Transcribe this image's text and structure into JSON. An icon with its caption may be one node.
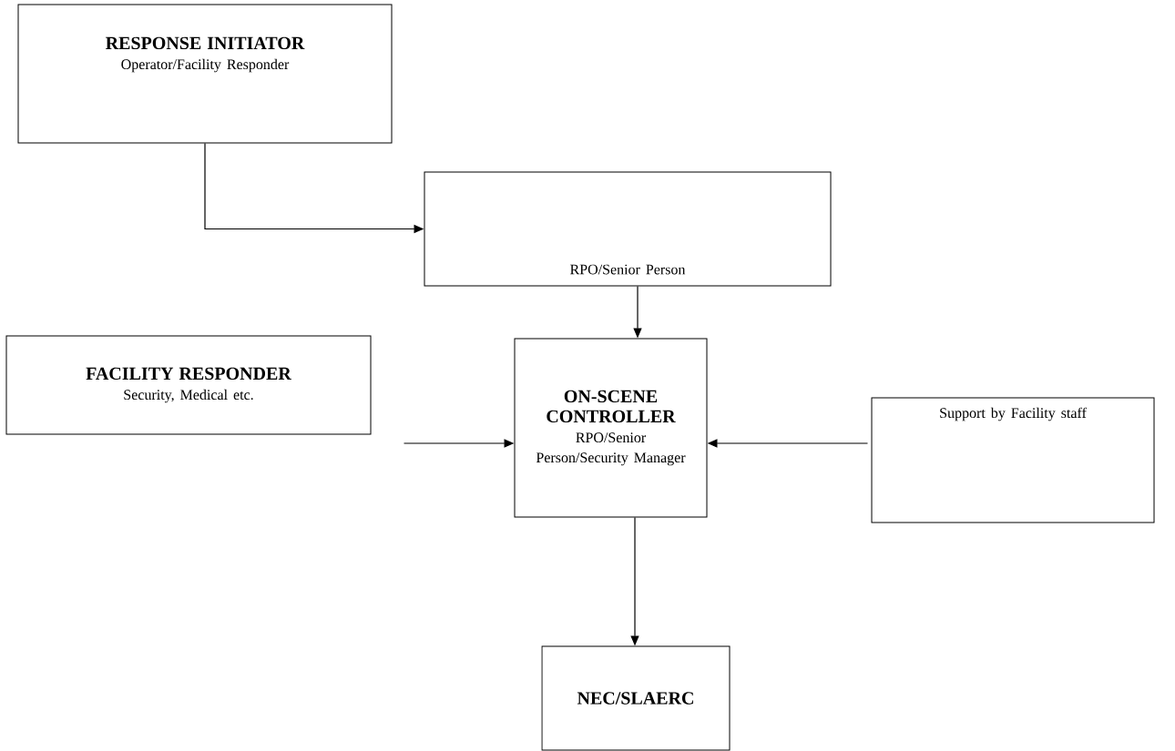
{
  "diagram": {
    "nodes": [
      {
        "text": [
          "RESPONSE INITIATOR",
          "Operator/Facility Responder"
        ]
      },
      {
        "text": [
          "RPO/Senior Person"
        ]
      },
      {
        "text": [
          "FACILITY RESPONDER",
          "Security, Medical etc."
        ]
      },
      {
        "text": [
          "ON-SCENE CONTROLLER",
          "RPO/Senior Person/Security Manager"
        ]
      },
      {
        "text": [
          "Support by Facility staff"
        ]
      },
      {
        "text": [
          "NEC/SLAERC"
        ]
      }
    ],
    "edges": [
      {
        "from": 0,
        "to": 1,
        "arrow": "to"
      },
      {
        "from": 1,
        "to": 3,
        "arrow": "to"
      },
      {
        "from": 2,
        "to": 3,
        "arrow": "to"
      },
      {
        "from": 4,
        "to": 3,
        "arrow": "to"
      },
      {
        "from": 3,
        "to": 5,
        "arrow": "to"
      }
    ]
  }
}
